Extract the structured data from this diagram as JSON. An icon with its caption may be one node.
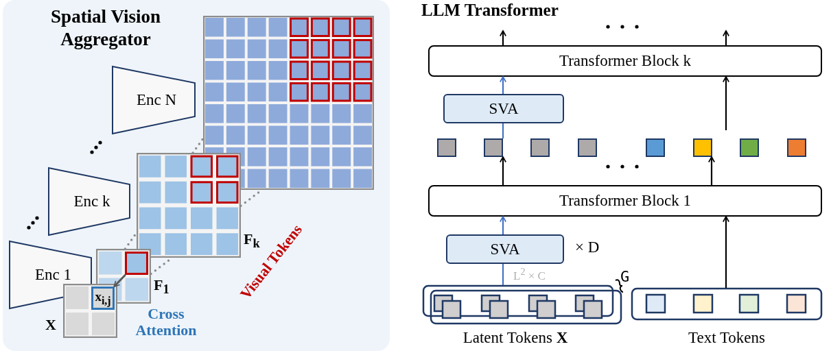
{
  "diagram": {
    "nodes": [
      {
        "text": [
          "Spatial Vision Aggregator"
        ]
      },
      {
        "text": [
          "Enc N"
        ],
        "in": 0
      },
      {
        "text": [],
        "shape": "box",
        "in": 0
      },
      {
        "text": [
          "Enc k"
        ],
        "in": 0
      },
      {
        "text": [],
        "shape": "box",
        "in": 0,
        "beside": [
          "F$_{k}$"
        ]
      },
      {
        "text": [
          "Enc 1"
        ],
        "in": 0
      },
      {
        "text": [],
        "shape": "box",
        "in": 0,
        "beside": [
          "F$_{1}$"
        ]
      },
      {
        "text": [],
        "shape": "box",
        "in": 6
      },
      {
        "text": [],
        "shape": "box",
        "in": 0,
        "beside": [
          "X"
        ]
      },
      {
        "text": [
          "x$_{i,j}$"
        ],
        "in": 8
      },
      {
        "text": [
          "Transformer Block k"
        ]
      },
      {
        "text": [
          "SVA"
        ]
      },
      {
        "text": [],
        "shape": "box"
      },
      {
        "text": [],
        "shape": "box"
      },
      {
        "text": [],
        "shape": "box"
      },
      {
        "text": [],
        "shape": "box"
      },
      {
        "text": [],
        "shape": "box"
      },
      {
        "text": [],
        "shape": "box"
      },
      {
        "text": [],
        "shape": "box"
      },
      {
        "text": [],
        "shape": "box"
      },
      {
        "text": [
          "Transformer Block 1"
        ]
      },
      {
        "text": [
          "SVA"
        ],
        "beside": [
          "× D"
        ]
      },
      {
        "text": [
          "Latent Tokens **X**"
        ],
        "beside": [
          "G"
        ]
      },
      {
        "text": [
          "Text Tokens"
        ]
      }
    ],
    "edges": [
      {
        "from": 7,
        "to": 9,
        "arrow": "to",
        "color": "#595959"
      },
      {
        "from": 6,
        "to": 4,
        "arrow": "none",
        "style": "dashed",
        "color": "#8c8c8c"
      },
      {
        "from": 4,
        "to": 2,
        "arrow": "none",
        "style": "dashed",
        "color": "#8c8c8c"
      },
      {
        "from": 6,
        "to": 4,
        "arrow": "none",
        "style": "dashed",
        "color": "#8c8c8c"
      },
      {
        "from": 4,
        "to": 2,
        "arrow": "none",
        "style": "dashed",
        "color": "#8c8c8c"
      },
      {
        "from": 10,
        "to": null,
        "arrow": "to"
      },
      {
        "from": 10,
        "to": null,
        "arrow": "to"
      },
      {
        "from": 11,
        "to": 10,
        "arrow": "to",
        "color": "#4472c4"
      },
      {
        "from": 13,
        "to": 11,
        "arrow": "none",
        "color": "#4472c4"
      },
      {
        "from": null,
        "to": 10,
        "arrow": "to"
      },
      {
        "from": 20,
        "to": 13,
        "arrow": "to"
      },
      {
        "from": 20,
        "to": 17,
        "arrow": "to"
      },
      {
        "from": 21,
        "to": 20,
        "arrow": "to",
        "color": "#4472c4"
      },
      {
        "from": 22,
        "to": 21,
        "arrow": "none",
        "color": "#4472c4",
        "label": "L$^{2}$ × C"
      },
      {
        "from": 23,
        "to": 20,
        "arrow": "to"
      }
    ],
    "labels": [
      "LLM Transformer",
      "Visual Tokens",
      "Cross Attention"
    ]
  }
}
